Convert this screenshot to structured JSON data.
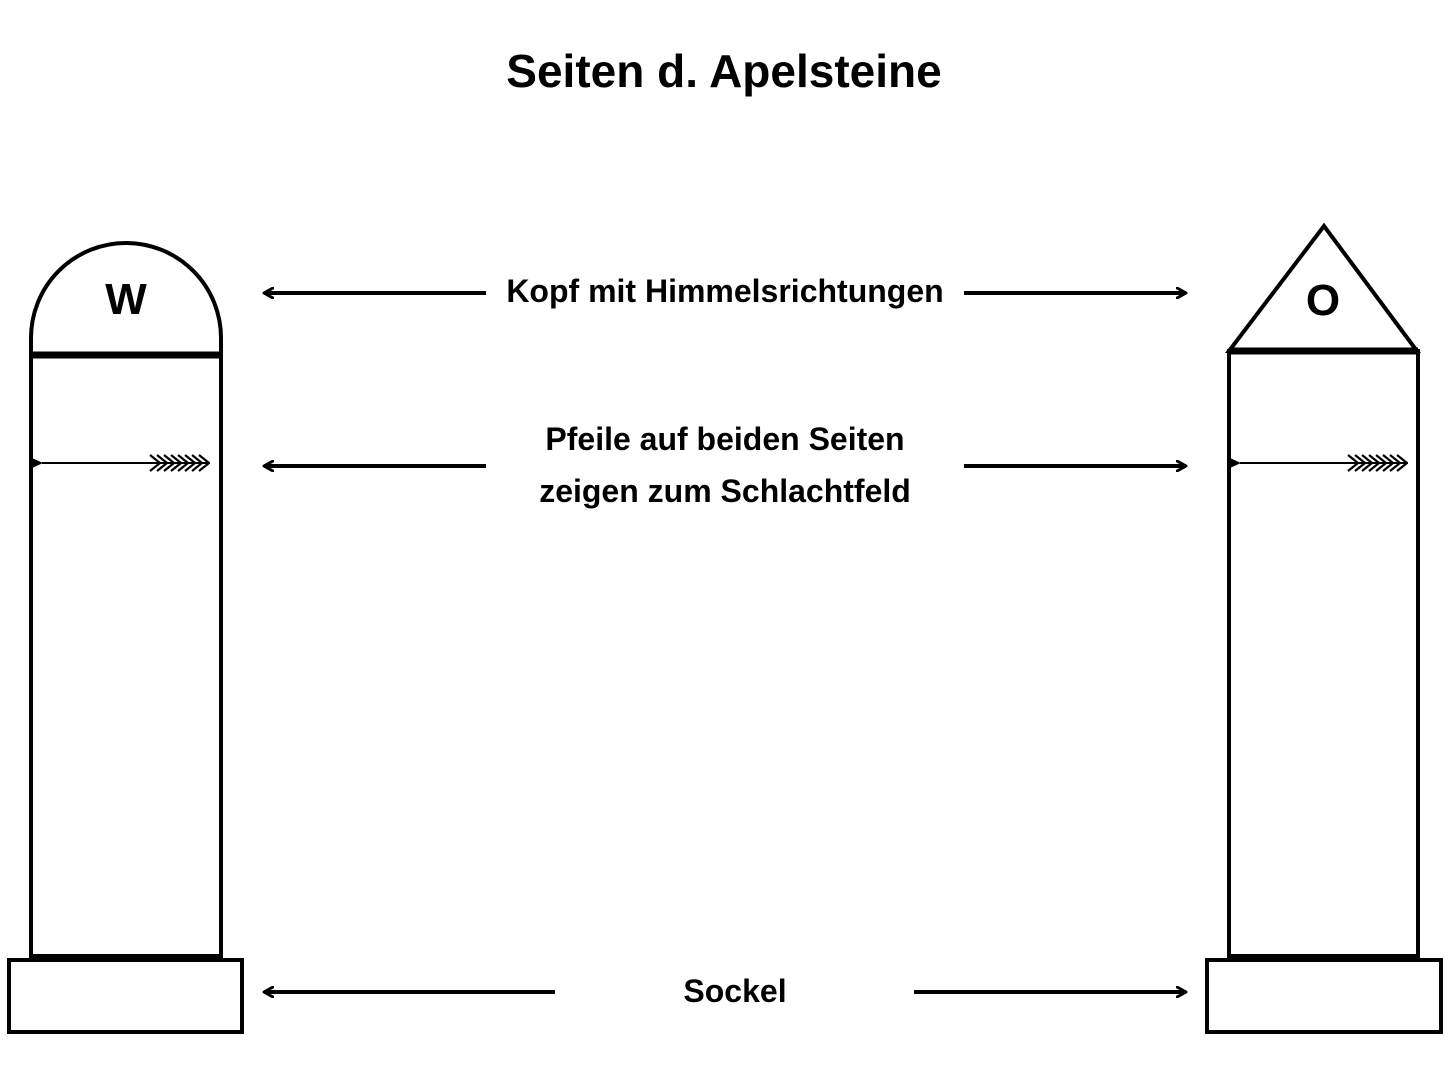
{
  "title": "Seiten d. Apelsteine",
  "labels": {
    "head": "Kopf mit Himmelsrichtungen",
    "arrows_line1": "Pfeile auf beiden Seiten",
    "arrows_line2": "zeigen zum Schlachtfeld",
    "base": "Sockel"
  },
  "stones": {
    "west": {
      "direction_letter": "W",
      "head_shape": "rounded"
    },
    "east": {
      "direction_letter": "O",
      "head_shape": "triangle"
    }
  },
  "colors": {
    "ink": "#000000",
    "background": "#ffffff"
  }
}
